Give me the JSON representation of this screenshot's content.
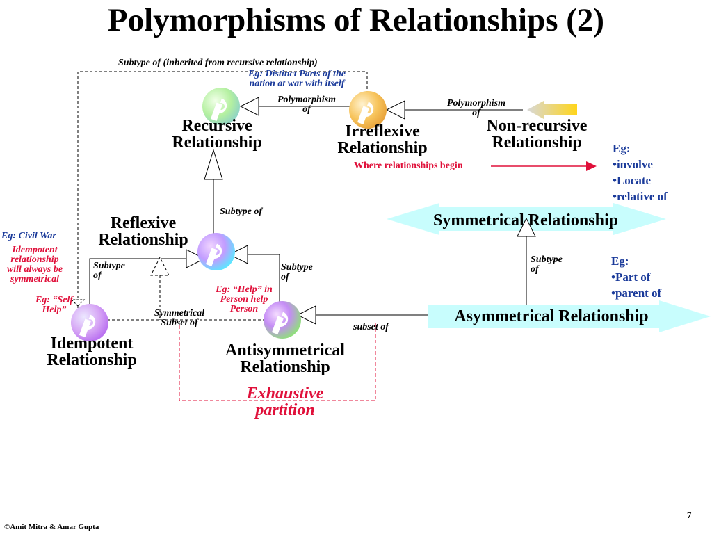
{
  "title": "Polymorphisms of Relationships (2)",
  "nodes": {
    "recursive": [
      "Recursive",
      "Relationship"
    ],
    "irreflexive": [
      "Irreflexive",
      "Relationship"
    ],
    "non_recursive": [
      "Non-recursive",
      "Relationship"
    ],
    "reflexive": [
      "Reflexive",
      "Relationship"
    ],
    "idempotent": [
      "Idempotent",
      "Relationship"
    ],
    "antisymmetrical": [
      "Antisymmetrical",
      "Relationship"
    ],
    "symmetrical": "Symmetrical Relationship",
    "asymmetrical": "Asymmetrical Relationship"
  },
  "labels": {
    "subtype_inherited": "Subtype of (inherited from recursive relationship)",
    "eg_distinct_parts": [
      "Eg: Distinct Parts of the",
      "nation at war with itself"
    ],
    "polymorphism_of_1": [
      "Polymorphism",
      "of"
    ],
    "polymorphism_of_2": [
      "Polymorphism",
      "of"
    ],
    "where_begin": "Where relationships begin",
    "subtype_of_center": "Subtype of",
    "subtype_of_left": [
      "Subtype",
      "of"
    ],
    "subtype_of_mid": [
      "Subtype",
      "of"
    ],
    "subtype_of_right": [
      "Subtype",
      "of"
    ],
    "eg_civil_war": "Eg: Civil War",
    "idempotent_note": [
      "Idempotent",
      "relationship",
      "will always be",
      "symmetrical"
    ],
    "eg_self_help": [
      "Eg: “Self",
      "Help”"
    ],
    "eg_help_person": [
      "Eg: “Help” in",
      "Person help",
      "Person"
    ],
    "symmetrical_subset": [
      "Symmetrical",
      "Subset of"
    ],
    "subset_of": "subset of",
    "exhaustive_partition": [
      "Exhaustive",
      "partition"
    ]
  },
  "examples": {
    "non_recursive": [
      "Eg:",
      "•involve",
      "•Locate",
      "•relative of"
    ],
    "asymmetrical": [
      "Eg:",
      "•Part of",
      "•parent of"
    ]
  },
  "footer": {
    "copyright": "©Amit Mitra & Amar Gupta",
    "page_number": "7"
  },
  "colors": {
    "red_text": "#e0103a",
    "blue_text": "#1a3a9a",
    "arrow_cyan": "#c8fdfd",
    "where_arrow": "#e0103a"
  },
  "icons": {
    "node_orb": "keyhole-orb-icon",
    "arrowhead": "hollow-triangle-arrowhead-icon",
    "source_arrow": "gradient-arrow-icon"
  }
}
